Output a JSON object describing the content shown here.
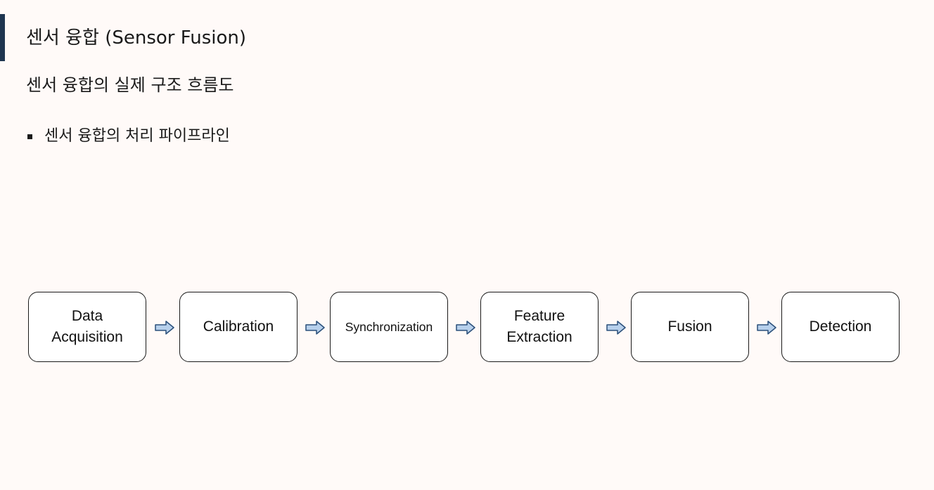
{
  "header": {
    "title": "센서 융합 (Sensor Fusion)",
    "accent_color": "#1f3550"
  },
  "subtitle": "센서 융합의 실제 구조 흐름도",
  "bullets": [
    {
      "text": "센서 융합의 처리 파이프라인"
    }
  ],
  "pipeline": {
    "stages": [
      {
        "label": "Data\nAcquisition"
      },
      {
        "label": "Calibration"
      },
      {
        "label": "Synchronization"
      },
      {
        "label": "Feature\nExtraction"
      },
      {
        "label": "Fusion"
      },
      {
        "label": "Detection"
      }
    ],
    "connector_icon": "right-arrow-icon",
    "connector_fill": "#b7d0ec",
    "connector_stroke": "#2b4f7a"
  }
}
